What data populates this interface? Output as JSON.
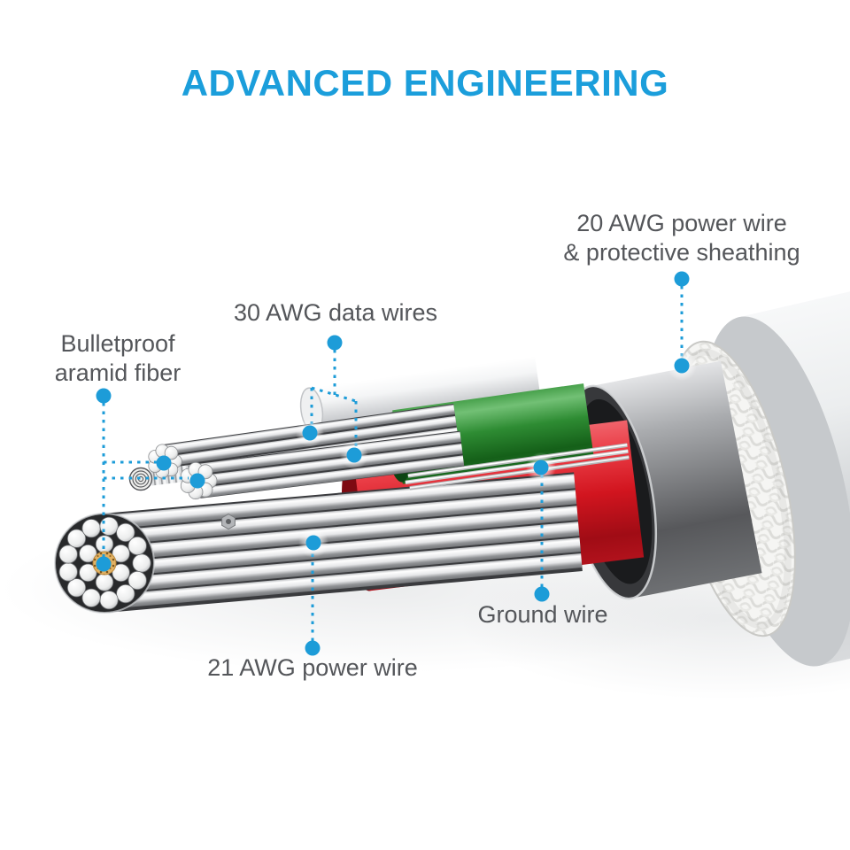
{
  "title": {
    "text": "ADVANCED ENGINEERING"
  },
  "callouts": {
    "sheathing": {
      "line1": "20 AWG power wire",
      "line2": "& protective sheathing"
    },
    "data_wires": {
      "line1": "30 AWG data wires"
    },
    "aramid": {
      "line1": "Bulletproof",
      "line2": "aramid fiber"
    },
    "ground": {
      "line1": "Ground wire"
    },
    "power21": {
      "line1": "21 AWG power wire"
    }
  },
  "colors": {
    "title_blue": "#1b9edb",
    "label_gray": "#54565a",
    "callout_blue": "#1d9cd8",
    "wire_green": "#2e8c33",
    "wire_red": "#d2151f",
    "aramid_gold": "#e2b264",
    "jacket_gray": "#d9dbdd"
  }
}
